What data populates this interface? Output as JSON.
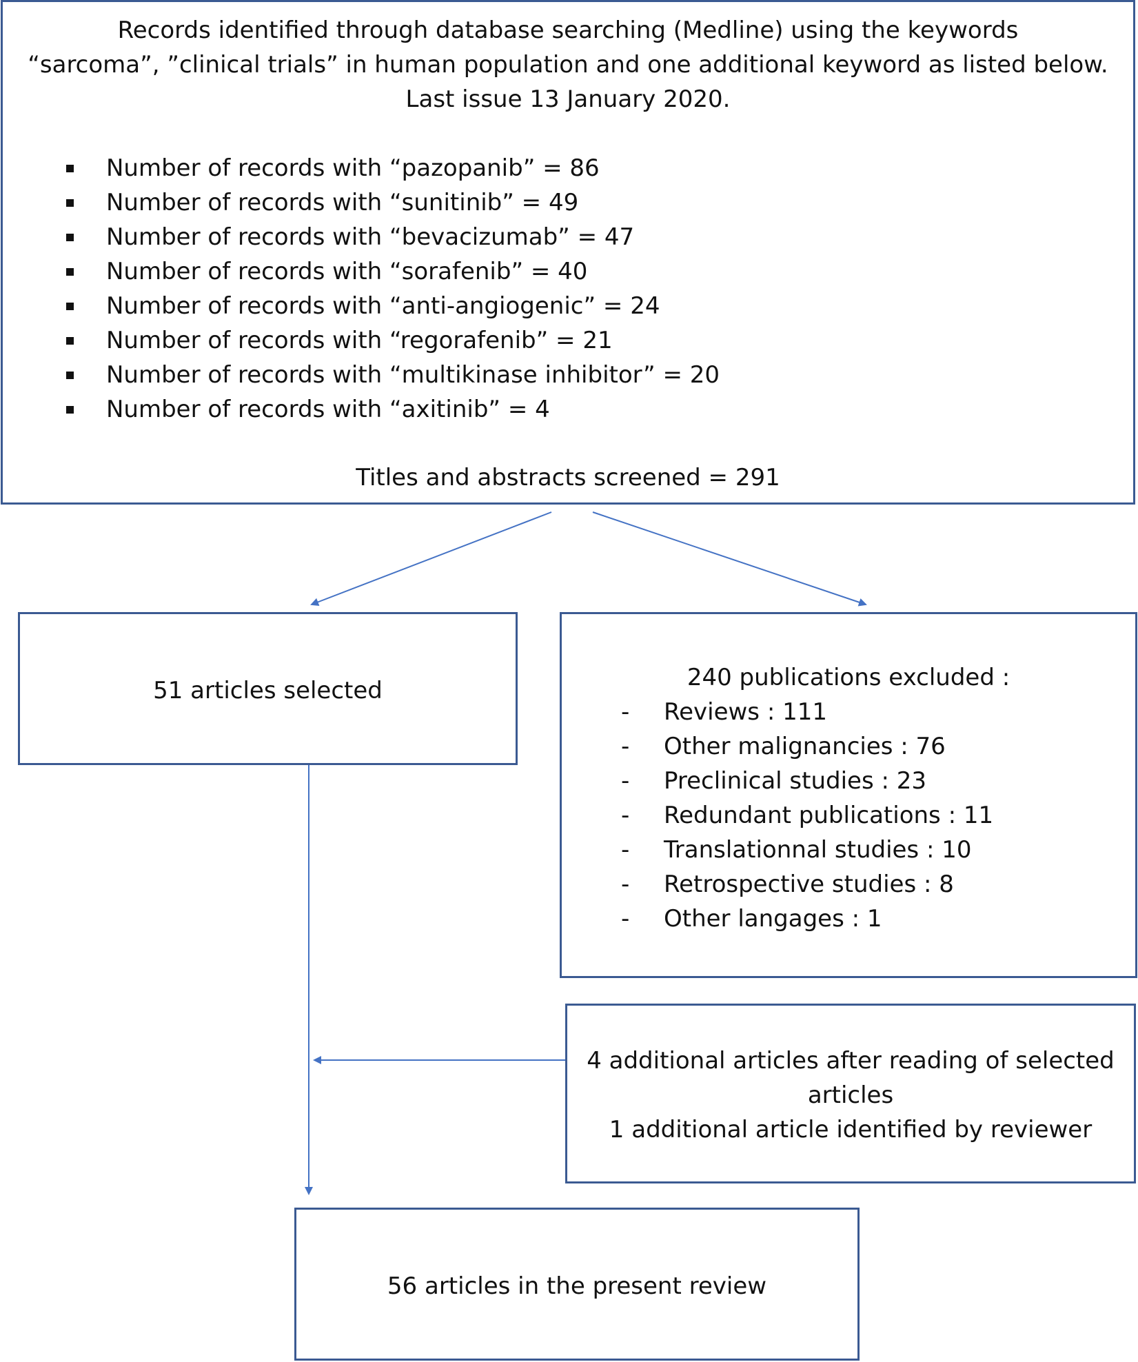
{
  "top_box": {
    "intro_lines": [
      "Records identified through database searching (Medline) using the keywords",
      "“sarcoma”, ”clinical trials” in human population and one additional keyword as listed below.",
      "Last issue 13 January 2020."
    ],
    "records": [
      "Number of records with “pazopanib” = 86",
      "Number of records with “sunitinib” = 49",
      "Number of records with “bevacizumab” = 47",
      "Number of records with “sorafenib” = 40",
      "Number of records with “anti-angiogenic” = 24",
      "Number of records with “regorafenib” = 21",
      "Number of records with “multikinase inhibitor” = 20",
      "Number of records with “axitinib” = 4"
    ],
    "screened": "Titles and abstracts screened = 291"
  },
  "selected_box": {
    "label": "51 articles selected"
  },
  "excluded_box": {
    "title": "240 publications excluded :",
    "dash": "-",
    "items": [
      "Reviews : 111",
      "Other malignancies : 76",
      "Preclinical studies : 23",
      "Redundant publications : 11",
      "Translationnal studies : 10",
      "Retrospective studies : 8",
      "Other langages : 1"
    ]
  },
  "additional_box": {
    "lines": [
      "4 additional articles after reading of selected",
      "articles",
      "1 additional article identified by reviewer"
    ]
  },
  "final_box": {
    "label": "56 articles in the present review"
  },
  "colors": {
    "border": "#3b5a92",
    "arrow": "#4472c4",
    "text": "#111111"
  }
}
